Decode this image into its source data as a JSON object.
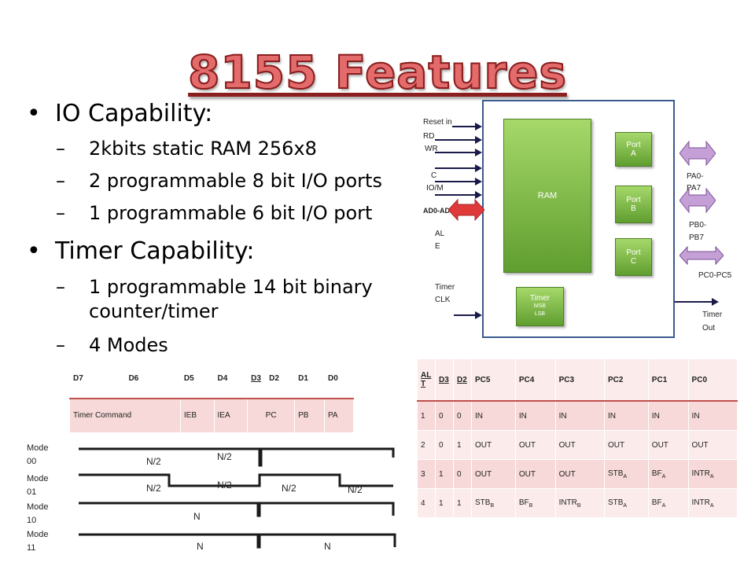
{
  "title": "8155  Features",
  "bullets": [
    {
      "text": "IO Capability:",
      "sub": [
        "2kbits static RAM 256x8",
        "2 programmable 8 bit I/O ports",
        "1 programmable 6 bit I/O port"
      ]
    },
    {
      "text": "Timer Capability:",
      "sub": [
        "1 programmable 14 bit binary counter/timer",
        "4 Modes"
      ]
    }
  ],
  "diagram": {
    "ram_label": "RAM",
    "port_a": [
      "Port",
      "A"
    ],
    "port_b": [
      "Port",
      "B"
    ],
    "port_c": [
      "Port",
      "C"
    ],
    "timer": [
      "Timer",
      "MSB",
      "LSB"
    ],
    "left_pins": [
      "Reset in",
      "RD",
      "WR",
      "C",
      "IO/M",
      "AD0-AD7",
      "AL",
      "E",
      "Timer",
      "CLK"
    ],
    "right_pins": [
      "PA0-",
      "PA7",
      "PB0-",
      "PB7",
      "PC0-PC5",
      "Timer",
      "Out"
    ]
  },
  "command_table": {
    "headers": [
      "D7",
      "D6",
      "D5",
      "D4",
      "D3",
      "D2",
      "D1",
      "D0"
    ],
    "row": [
      "Timer Command",
      "IEB",
      "IEA",
      "PC",
      "PB",
      "PA"
    ]
  },
  "mode_table": {
    "headers": [
      "ALT",
      "D3",
      "D2",
      "PC5",
      "PC4",
      "PC3",
      "PC2",
      "PC1",
      "PC0"
    ],
    "rows": [
      [
        "1",
        "0",
        "0",
        "IN",
        "IN",
        "IN",
        "IN",
        "IN",
        "IN"
      ],
      [
        "2",
        "0",
        "1",
        "OUT",
        "OUT",
        "OUT",
        "OUT",
        "OUT",
        "OUT"
      ],
      [
        "3",
        "1",
        "0",
        "OUT",
        "OUT",
        "OUT",
        "STB",
        "BF",
        "INTR"
      ],
      [
        "4",
        "1",
        "1",
        "STB",
        "BF",
        "INTR",
        "STB",
        "BF",
        "INTR"
      ]
    ],
    "subscripts": [
      [
        "",
        "",
        "",
        "",
        "",
        "",
        "",
        "",
        ""
      ],
      [
        "",
        "",
        "",
        "",
        "",
        "",
        "",
        "",
        ""
      ],
      [
        "",
        "",
        "",
        "",
        "",
        "",
        "A",
        "A",
        "A"
      ],
      [
        "",
        "",
        "",
        "B",
        "B",
        "B",
        "A",
        "A",
        "A"
      ]
    ]
  },
  "waveforms": {
    "modes": [
      "Mode",
      "00",
      "Mode",
      "01",
      "Mode",
      "10",
      "Mode",
      "11"
    ],
    "labels": [
      "N/2",
      "N/2",
      "N/2",
      "N/2",
      "N/2",
      "N/2",
      "N",
      "N",
      "N"
    ]
  },
  "colors": {
    "title_fill": "#e46b6b",
    "title_stroke": "#8b1e1e",
    "accent": "#c0504d",
    "chip_border": "#3a5a8c",
    "green": "#7bbb45"
  }
}
